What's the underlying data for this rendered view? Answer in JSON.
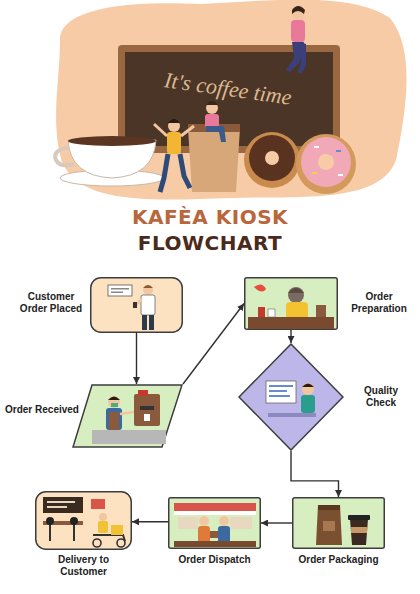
{
  "diagram": {
    "title": "KAFÈA KIOSK FLOWCHART",
    "nodes": [
      {
        "text": [
          "Customer Order Placed"
        ]
      },
      {
        "text": [
          "Order Received"
        ]
      },
      {
        "text": [
          "Order Preparation"
        ]
      },
      {
        "text": [
          "Quality Check"
        ]
      },
      {
        "text": [
          "Order Packaging"
        ]
      },
      {
        "text": [
          "Order Dispatch"
        ]
      },
      {
        "text": [
          "Delivery to Customer"
        ]
      }
    ],
    "edges": [
      {
        "from": 0,
        "to": 1,
        "arrow": "to"
      },
      {
        "from": 1,
        "to": 2,
        "arrow": "to"
      },
      {
        "from": 2,
        "to": 3,
        "arrow": "to"
      },
      {
        "from": 3,
        "to": 4,
        "arrow": "to"
      },
      {
        "from": 4,
        "to": 5,
        "arrow": "to"
      },
      {
        "from": 5,
        "to": 6,
        "arrow": "to"
      }
    ],
    "labels": [
      "It's coffee time"
    ]
  }
}
